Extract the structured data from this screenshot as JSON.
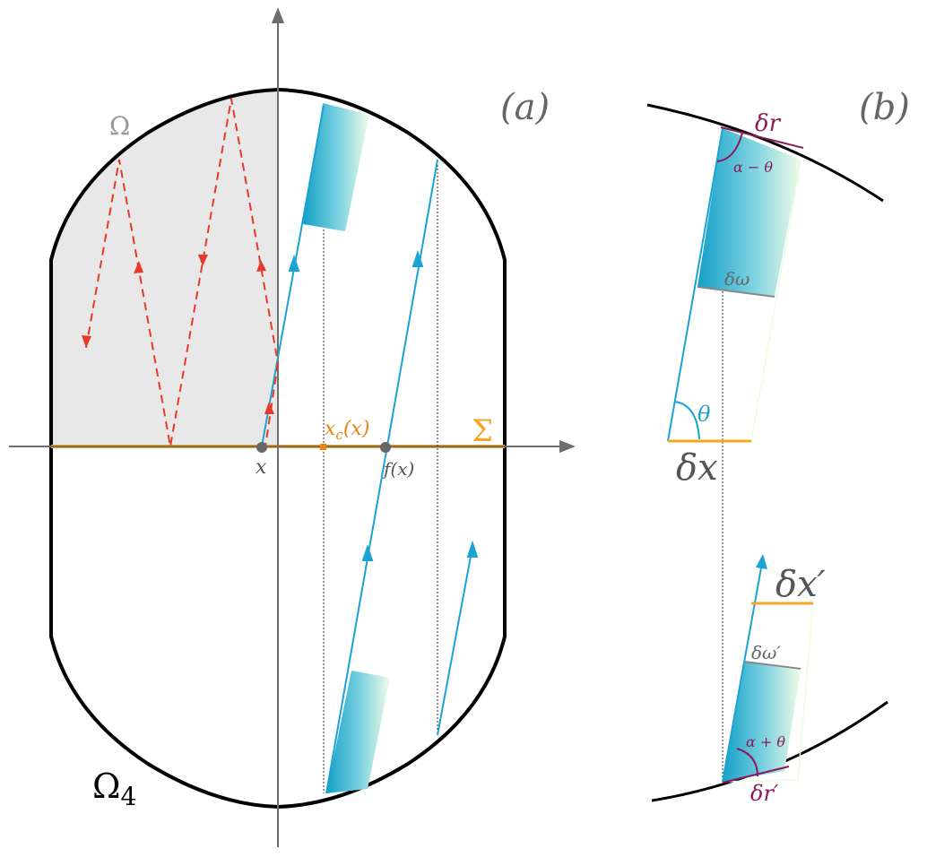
{
  "panel_a": {
    "panel_label": "(a)",
    "region_label": "Ω",
    "table_label": "Ω",
    "table_subscript": "4",
    "section_label": "Σ",
    "point_x_label": "x",
    "point_fx_label": "f(x)",
    "xc_main": "x",
    "xc_sub": "c",
    "xc_tail": "(x)"
  },
  "panel_b": {
    "panel_label": "(b)",
    "delta_r": "δr",
    "alpha_minus_theta": "α − θ",
    "delta_omega": "δω",
    "theta": "θ",
    "delta_x": "δx",
    "delta_x_prime": "δx′",
    "delta_omega_prime": "δω′",
    "alpha_plus_theta": "α + θ",
    "delta_r_prime": "δr′"
  },
  "colors": {
    "boundary": "#000000",
    "axis": "#6e6e6e",
    "region_fill": "#e8e8e8",
    "orange": "#f5a623",
    "orange_text": "#e8860c",
    "trajectory_red": "#e53a2a",
    "ray_blue": "#1ba3d6",
    "gradient_start": "#1aa3c9",
    "gradient_end": "#eafbdf",
    "purple": "#8b1a5a",
    "gray_label": "#999999",
    "dark_gray": "#555555",
    "point_gray": "#666666"
  }
}
